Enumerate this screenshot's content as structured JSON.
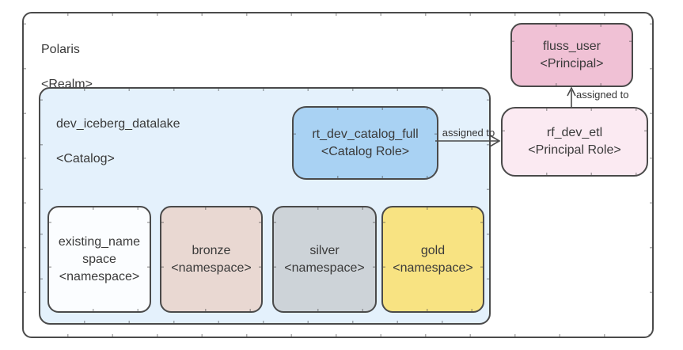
{
  "realm": {
    "name": "Polaris",
    "kind": "<Realm>"
  },
  "catalog": {
    "name": "dev_iceberg_datalake",
    "kind": "<Catalog>"
  },
  "catalog_role": {
    "name": "rt_dev_catalog_full",
    "kind": "<Catalog Role>"
  },
  "principal": {
    "name": "fluss_user",
    "kind": "<Principal>"
  },
  "principal_role": {
    "name": "rf_dev_etl",
    "kind": "<Principal Role>"
  },
  "namespaces": [
    {
      "name": "existing_name\nspace",
      "kind": "<namespace>",
      "fill": "#fbfdff"
    },
    {
      "name": "bronze",
      "kind": "<namespace>",
      "fill": "#e9d8d2"
    },
    {
      "name": "silver",
      "kind": "<namespace>",
      "fill": "#cdd3d8"
    },
    {
      "name": "gold",
      "kind": "<namespace>",
      "fill": "#f8e382"
    }
  ],
  "edges": [
    {
      "label": "assigned to",
      "from": "rt_dev_catalog_full",
      "to": "rf_dev_etl"
    },
    {
      "label": "assigned to",
      "from": "rf_dev_etl",
      "to": "fluss_user"
    }
  ],
  "colors": {
    "border": "#4a4a4a",
    "text": "#3a3a3a",
    "realm_fill": "#ffffff",
    "catalog_fill": "#e4f1fc",
    "catalog_role_fill": "#a9d2f3",
    "principal_fill": "#f0c1d5",
    "principal_role_fill": "#fbeaf2"
  }
}
